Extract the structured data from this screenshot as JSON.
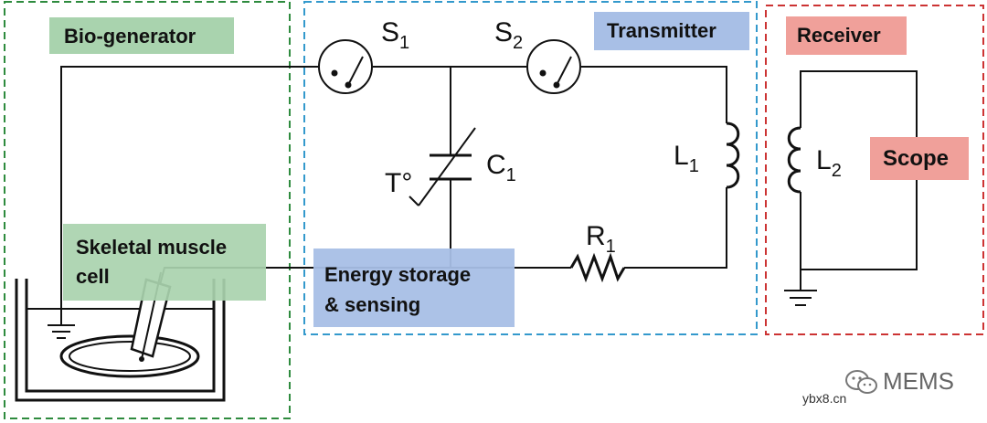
{
  "colors": {
    "green_dash": "#2e8b3e",
    "blue_dash": "#3399cc",
    "red_dash": "#cc3333",
    "green_fill": "#a9d3ae",
    "blue_fill": "#a8bfe6",
    "red_fill": "#f0a09a",
    "wire": "#111111"
  },
  "sections": {
    "bio_generator": "Bio-generator",
    "transmitter": "Transmitter",
    "receiver": "Receiver"
  },
  "boxes": {
    "skeletal_line1": "Skeletal muscle",
    "skeletal_line2": "cell",
    "energy_line1": "Energy storage",
    "energy_line2": "& sensing",
    "scope": "Scope"
  },
  "components": {
    "s1": {
      "letter": "S",
      "sub": "1"
    },
    "s2": {
      "letter": "S",
      "sub": "2"
    },
    "c1": {
      "letter": "C",
      "sub": "1"
    },
    "l1": {
      "letter": "L",
      "sub": "1"
    },
    "l2": {
      "letter": "L",
      "sub": "2"
    },
    "r1": {
      "letter": "R",
      "sub": "1"
    },
    "temp": "T°"
  },
  "watermark": {
    "brand": "MEMS",
    "site": "ybx8.cn",
    "icon": "wechat-icon"
  }
}
